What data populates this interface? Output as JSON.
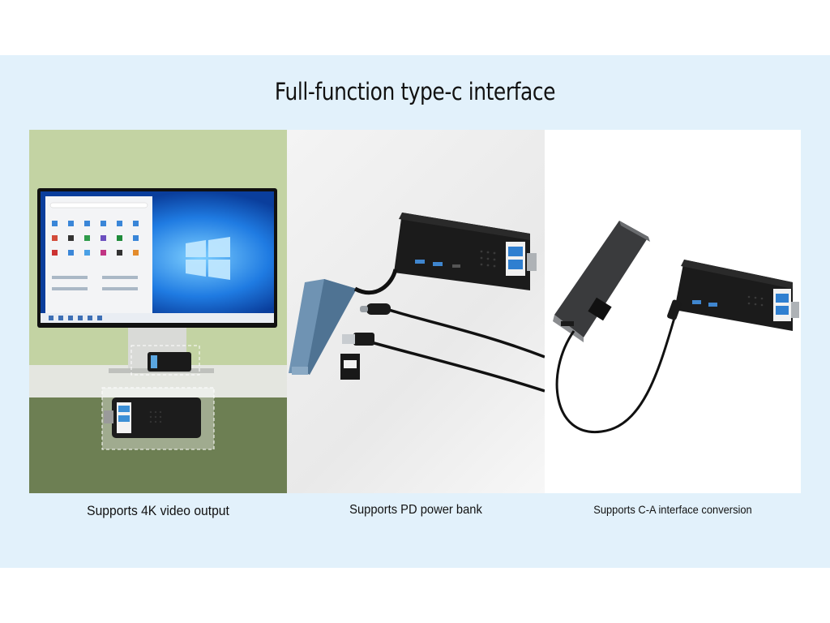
{
  "title": "Full-function type-c interface",
  "panels": [
    {
      "caption": "Supports 4K video output"
    },
    {
      "caption": "Supports PD power bank"
    },
    {
      "caption": "Supports C-A interface conversion"
    }
  ],
  "colors": {
    "band": "#e2f1fb",
    "stick": "#1a1a1a",
    "windows_blue": "#0b63d6",
    "hub_blue": "#6f93b3"
  },
  "icons": [
    "windows-logo-icon",
    "usb-a-plug-icon",
    "usb-c-plug-icon",
    "sd-card-icon",
    "vent-grille-icon"
  ]
}
